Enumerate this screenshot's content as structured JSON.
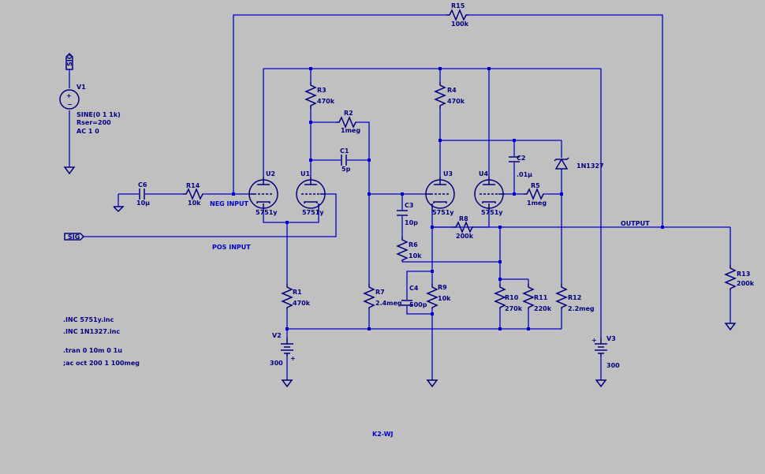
{
  "colors": {
    "wire": "#0000cc",
    "symbol": "#000080",
    "background": "#c0c0c0"
  },
  "source": {
    "name": "V1",
    "line1": "SINE(0 1 1k)",
    "line2": "Rser=200",
    "line3": "AC 1 0",
    "sig_flag": "SIG"
  },
  "nets": {
    "neg_input": "NEG INPUT",
    "pos_input": "POS INPUT",
    "output": "OUTPUT",
    "sig_port": "SIG"
  },
  "tubes": {
    "u1": {
      "name": "U1",
      "value": "5751y"
    },
    "u2": {
      "name": "U2",
      "value": "5751y"
    },
    "u3": {
      "name": "U3",
      "value": "5751y"
    },
    "u4": {
      "name": "U4",
      "value": "5751y"
    }
  },
  "resistors": {
    "r1": {
      "name": "R1",
      "value": "470k"
    },
    "r2": {
      "name": "R2",
      "value": "1meg"
    },
    "r3": {
      "name": "R3",
      "value": "470k"
    },
    "r4": {
      "name": "R4",
      "value": "470k"
    },
    "r5": {
      "name": "R5",
      "value": "1meg"
    },
    "r6": {
      "name": "R6",
      "value": "10k"
    },
    "r7": {
      "name": "R7",
      "value": "2.4meg"
    },
    "r8": {
      "name": "R8",
      "value": "200k"
    },
    "r9": {
      "name": "R9",
      "value": "10k"
    },
    "r10": {
      "name": "R10",
      "value": "270k"
    },
    "r11": {
      "name": "R11",
      "value": "220k"
    },
    "r12": {
      "name": "R12",
      "value": "2.2meg"
    },
    "r13": {
      "name": "R13",
      "value": "200k"
    },
    "r14": {
      "name": "R14",
      "value": "10k"
    },
    "r15": {
      "name": "R15",
      "value": "100k"
    }
  },
  "capacitors": {
    "c1": {
      "name": "C1",
      "value": "5p"
    },
    "c2": {
      "name": "C2",
      "value": ".01µ"
    },
    "c3": {
      "name": "C3",
      "value": "10p"
    },
    "c4": {
      "name": "C4",
      "value": "500p"
    },
    "c6": {
      "name": "C6",
      "value": "10µ"
    }
  },
  "diode": {
    "name": "1N1327"
  },
  "supplies": {
    "v2": {
      "name": "V2",
      "value": "300"
    },
    "v3": {
      "name": "V3",
      "value": "300"
    }
  },
  "directives": {
    "inc1": ".INC 5751y.inc",
    "inc2": ".INC 1N1327.inc",
    "tran": ".tran 0 10m 0 1u",
    "ac": ";ac oct 200 1 100meg"
  },
  "title": "K2-WJ"
}
